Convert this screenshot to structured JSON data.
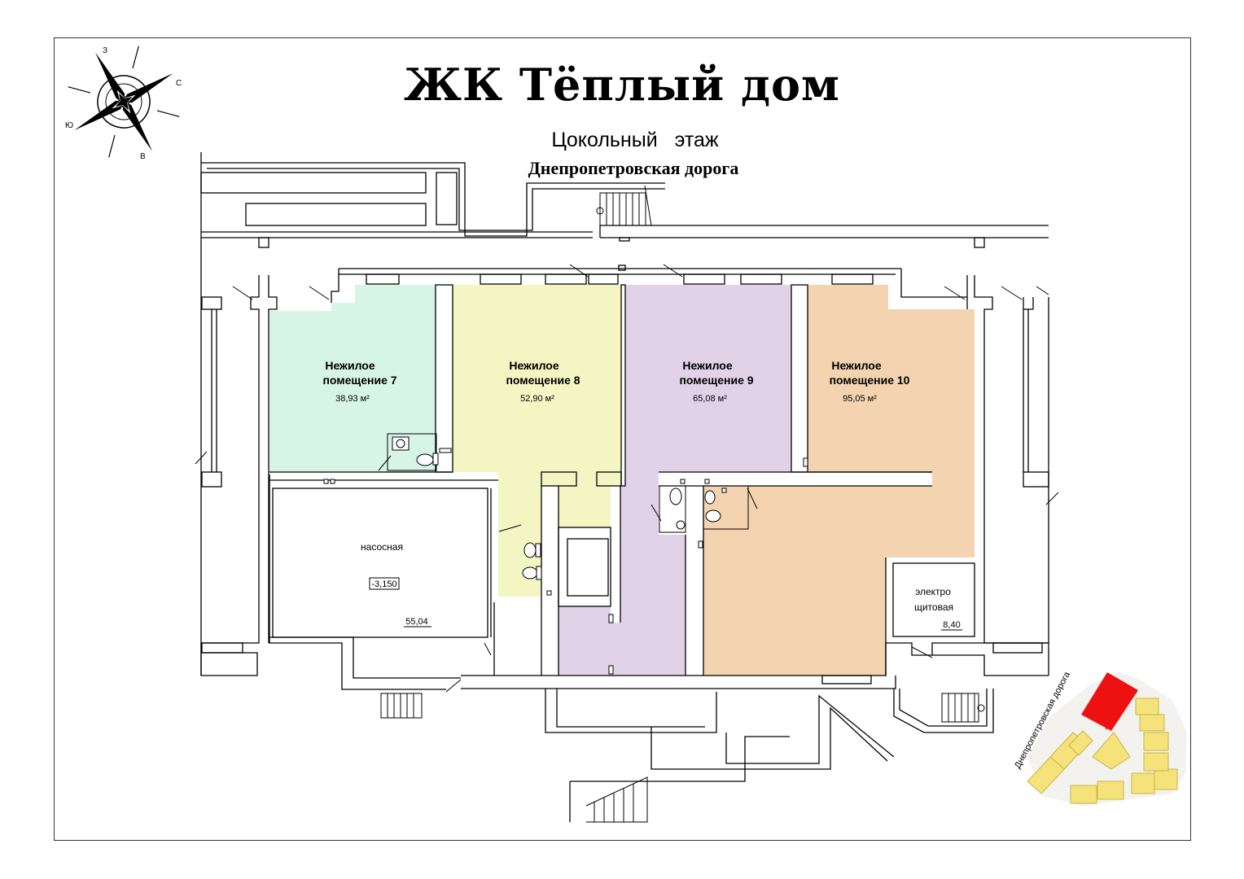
{
  "header": {
    "title": "ЖК Тёплый дом",
    "floor": "Цокольный этаж",
    "street": "Днепропетровская дорога"
  },
  "compass": {
    "north": "С",
    "east": "В",
    "south": "Ю",
    "west": "З"
  },
  "rooms": [
    {
      "line1": "Нежилое",
      "line2": "помещение 7",
      "area": "38,93 м²",
      "color": "#d6f5e6"
    },
    {
      "line1": "Нежилое",
      "line2": "помещение 8",
      "area": "52,90 м²",
      "color": "#f3f5c2"
    },
    {
      "line1": "Нежилое",
      "line2": "помещение 9",
      "area": "65,08 м²",
      "color": "#e1d2e8"
    },
    {
      "line1": "Нежилое",
      "line2": "помещение 10",
      "area": "95,05 м²",
      "color": "#f3d3b0"
    }
  ],
  "service": {
    "pump": {
      "name": "насосная",
      "level": "-3,150",
      "area": "55,04"
    },
    "electric": {
      "line1": "электро",
      "line2": "щитовая",
      "area": "8,40"
    }
  },
  "minimap": {
    "street": "Днепропетровская дорога",
    "highlight_color": "#ee1111",
    "building_color": "#f5e27a"
  }
}
